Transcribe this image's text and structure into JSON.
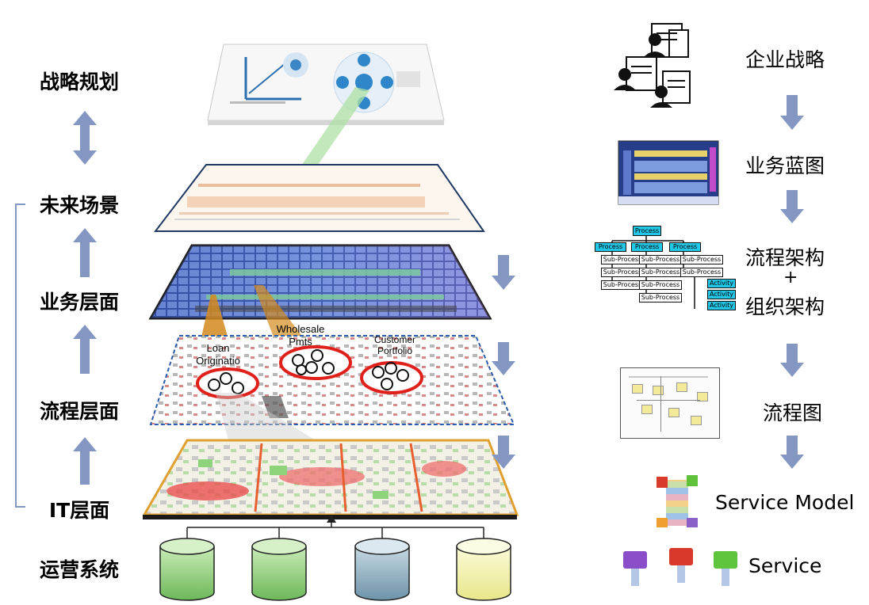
{
  "left_labels": {
    "strategy": "战略规划",
    "future": "未来场景",
    "business": "业务层面",
    "process": "流程层面",
    "it": "IT层面",
    "ops": "运营系统"
  },
  "right_labels": {
    "enterprise_strategy": "企业战略",
    "business_blueprint": "业务蓝图",
    "process_arch": "流程架构",
    "plus": "+",
    "org_arch": "组织架构",
    "flowchart": "流程图",
    "service_model": "Service Model",
    "service": "Service"
  },
  "process_layer": {
    "loan": "Loan\nOriginatio",
    "wholesale": "Wholesale\nPmts",
    "customer": "Customer\nPortfolio"
  },
  "org_chart": {
    "root": "Process",
    "level1": [
      "Process",
      "Process",
      "Process"
    ],
    "sub": "Sub-Process",
    "activity": "Activity"
  },
  "colors": {
    "arrow": "#8497c2",
    "ring": "#e0201b",
    "cyl_green": "#8ecb72",
    "cyl_blue": "#7fa3b6",
    "cyl_yellow": "#f1f0a6",
    "node_cyan": "#22c6e6"
  },
  "icons": [
    "people-document-icon",
    "lego-x-icon",
    "lego-brick-icon"
  ]
}
